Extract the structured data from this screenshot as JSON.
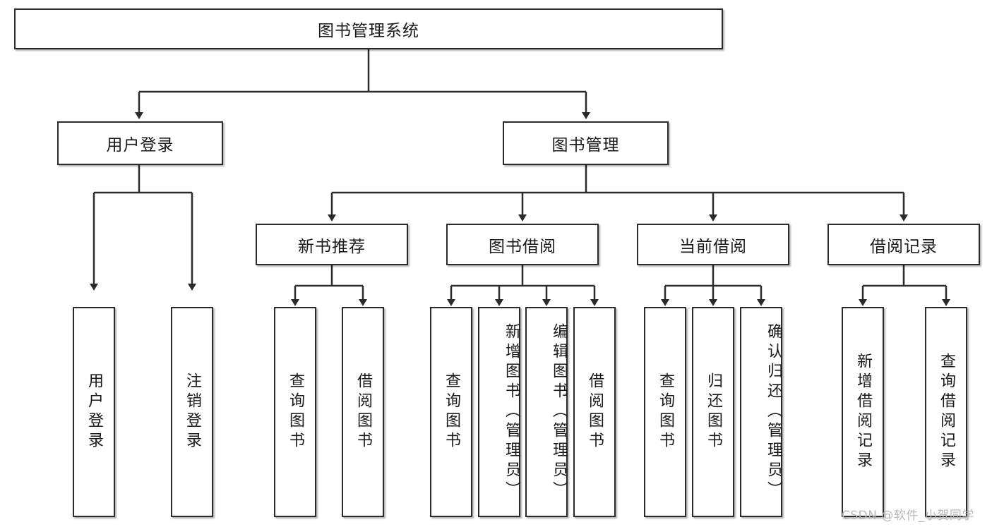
{
  "diagram": {
    "title": "图书管理系统",
    "watermark": "CSDN @软件_小贺同学",
    "stroke_color": "#2b2b2b",
    "background_color": "#ffffff",
    "text_color": "#1a1a1a"
  },
  "root": {
    "label": "图书管理系统"
  },
  "level2": [
    {
      "label": "用户登录"
    },
    {
      "label": "图书管理"
    }
  ],
  "level3": [
    {
      "label": "新书推荐"
    },
    {
      "label": "图书借阅"
    },
    {
      "label": "当前借阅"
    },
    {
      "label": "借阅记录"
    }
  ],
  "leaves": {
    "user_login": [
      {
        "label": "用户登录"
      },
      {
        "label": "注销登录"
      }
    ],
    "new_book": [
      {
        "label": "查询图书"
      },
      {
        "label": "借阅图书"
      }
    ],
    "book_borrow": [
      {
        "label": "查询图书"
      },
      {
        "label": "新增图书（管理员）"
      },
      {
        "label": "编辑图书（管理员）"
      },
      {
        "label": "借阅图书"
      }
    ],
    "current_borrow": [
      {
        "label": "查询图书"
      },
      {
        "label": "归还图书"
      },
      {
        "label": "确认归还（管理员）"
      }
    ],
    "borrow_record": [
      {
        "label": "新增借阅记录"
      },
      {
        "label": "查询借阅记录"
      }
    ]
  }
}
